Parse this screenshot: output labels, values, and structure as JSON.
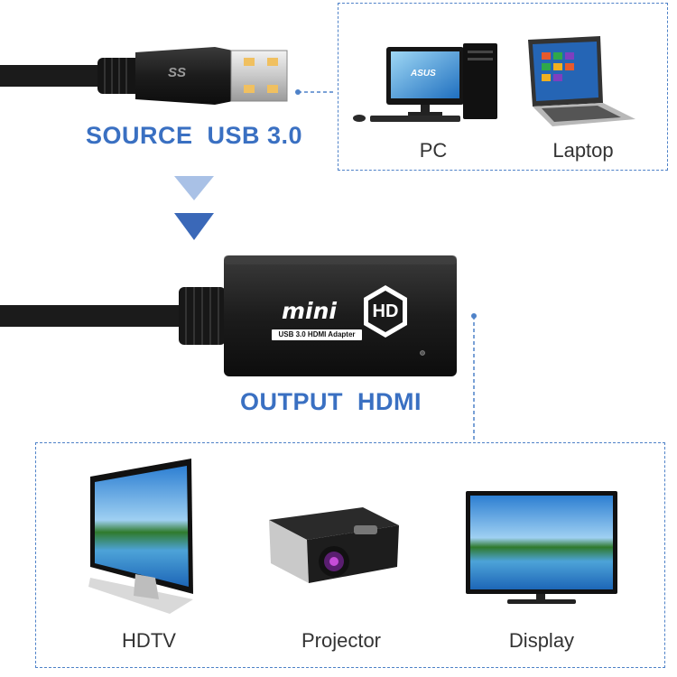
{
  "source": {
    "heading": "SOURCE  USB 3.0",
    "connector_logo": "SS",
    "devices": [
      {
        "label": "PC",
        "brand": "ASUS"
      },
      {
        "label": "Laptop"
      }
    ]
  },
  "adapter": {
    "brand_word": "mini",
    "badge": "HD",
    "caption": "USB 3.0 HDMI Adapter"
  },
  "output": {
    "heading": "OUTPUT  HDMI",
    "devices": [
      {
        "label": "HDTV"
      },
      {
        "label": "Projector"
      },
      {
        "label": "Display"
      }
    ]
  },
  "colors": {
    "accent": "#3a70c2",
    "dash": "#4f82c8",
    "arrow_light": "#a9c1e6",
    "arrow_dark": "#3a68b8",
    "cable": "#1b1b1b"
  }
}
